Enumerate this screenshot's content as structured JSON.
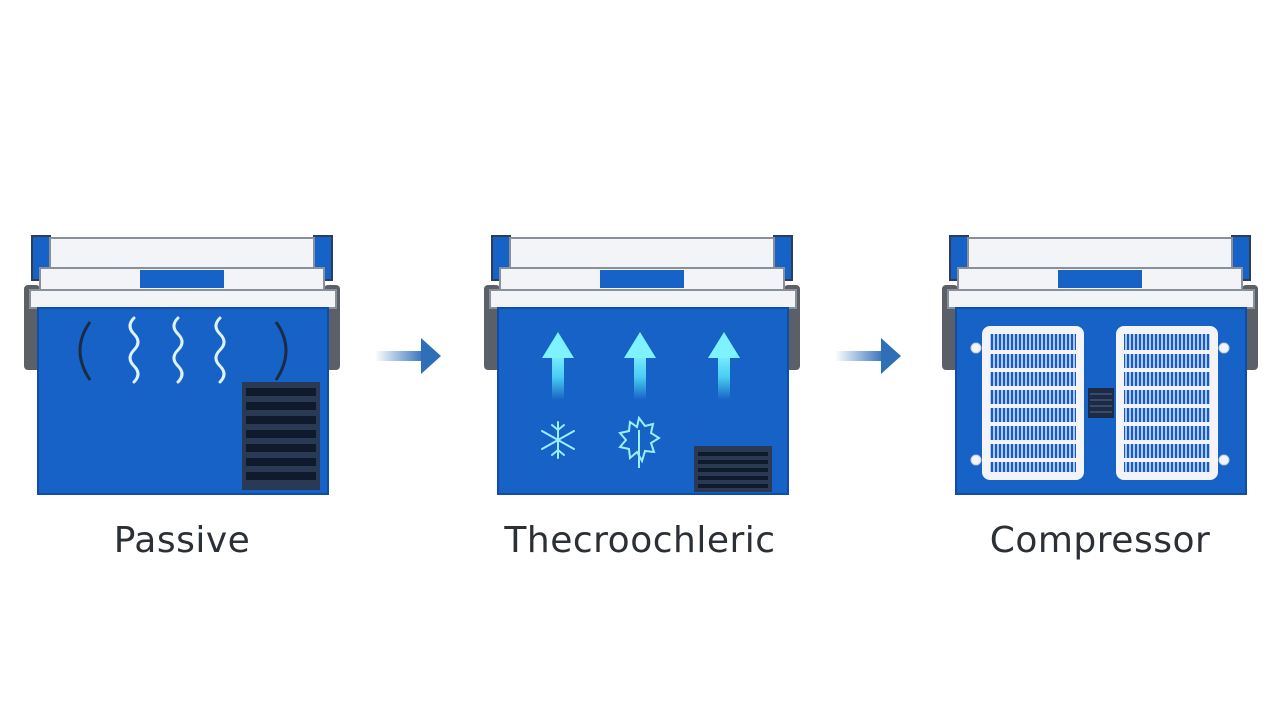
{
  "labels": {
    "passive": "Passive",
    "thermoelectric": "Thecroochleric",
    "compressor": "Compressor"
  },
  "colors": {
    "body_blue": "#1662c6",
    "dark_blue": "#0f4ea5",
    "lid_white": "#f2f4f7",
    "handle_gray": "#5b6068",
    "vent_dark": "#1c2b45",
    "cold_cyan": "#58e7ff",
    "arrow_blue": "#2f6fb8"
  }
}
